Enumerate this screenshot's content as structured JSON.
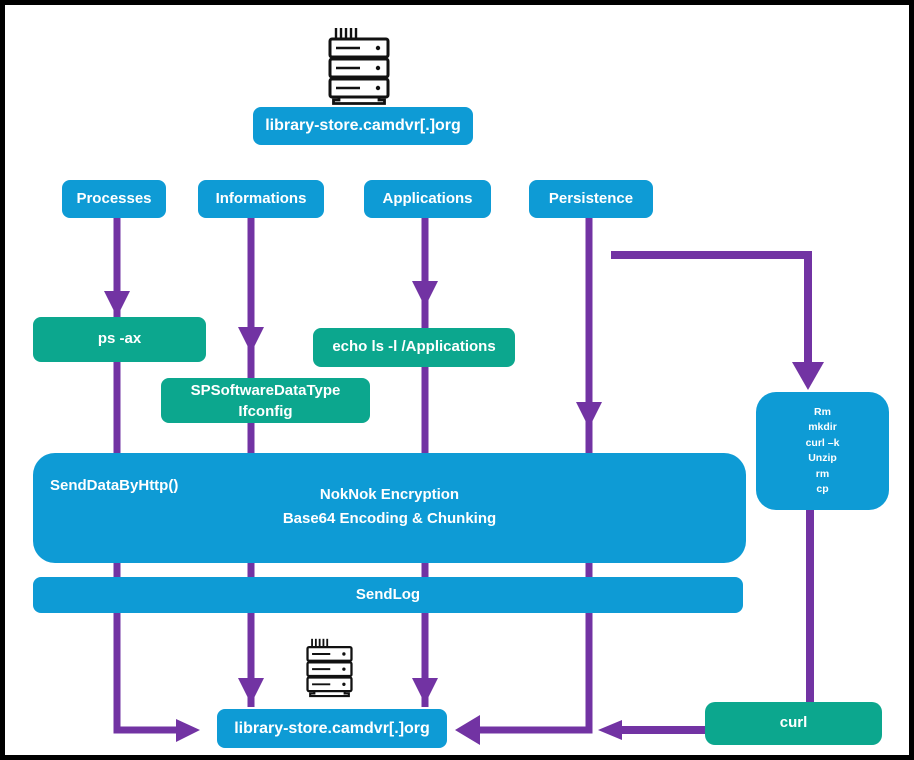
{
  "colors": {
    "blue": "#0e9bd5",
    "teal": "#0ca78e",
    "purple": "#7233a3"
  },
  "c2_server_top": {
    "label": "library-store.camdvr[.]org"
  },
  "c2_server_bottom": {
    "label": "library-store.camdvr[.]org"
  },
  "categories": [
    {
      "label": "Processes"
    },
    {
      "label": "Informations"
    },
    {
      "label": "Applications"
    },
    {
      "label": "Persistence"
    }
  ],
  "commands": {
    "ps": "ps -ax",
    "spsoftware": [
      "SPSoftwareDataType",
      "Ifconfig"
    ],
    "echo": "echo ls -l /Applications",
    "persistence": [
      "Rm",
      "mkdir",
      "curl –k",
      "Unzip",
      "rm",
      "cp"
    ],
    "curl": "curl"
  },
  "exfil": {
    "send_data": "SendDataByHttp()",
    "encryption": [
      "NokNok Encryption",
      "Base64 Encoding & Chunking"
    ],
    "send_log": "SendLog"
  }
}
